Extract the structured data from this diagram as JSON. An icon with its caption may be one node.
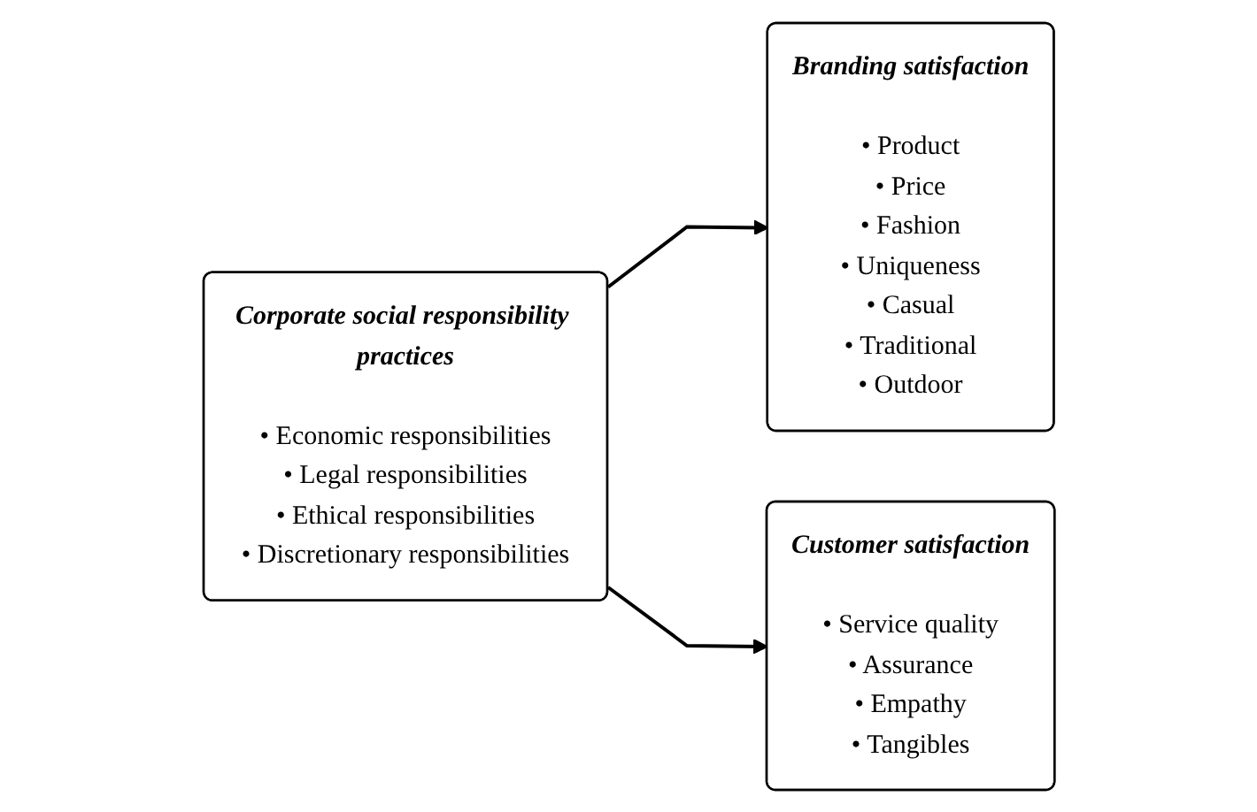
{
  "diagram": {
    "nodes": [
      {
        "text": [
          "Corporate social responsibility practices",
          "• Economic responsibilities",
          "• Legal responsibilities",
          "• Ethical responsibilities",
          "• Discretionary responsibilities"
        ]
      },
      {
        "text": [
          "Branding satisfaction",
          "• Product",
          "• Price",
          "• Fashion",
          "• Uniqueness",
          "• Casual",
          "• Traditional",
          "• Outdoor"
        ]
      },
      {
        "text": [
          "Customer satisfaction",
          "• Service quality",
          "• Assurance",
          "• Empathy",
          "• Tangibles"
        ]
      }
    ],
    "edges": [
      {
        "from": 0,
        "to": 1,
        "arrow": "to"
      },
      {
        "from": 0,
        "to": 2,
        "arrow": "to"
      }
    ]
  }
}
